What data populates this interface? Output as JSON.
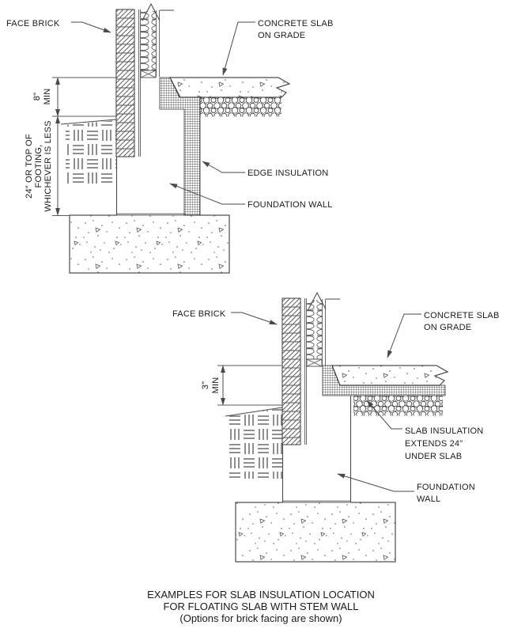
{
  "colors": {
    "line": "#4a4a4a",
    "text": "#1a1a1a",
    "paper": "#ffffff"
  },
  "top_detail": {
    "face_brick": "FACE BRICK",
    "concrete_slab_line1": "CONCRETE SLAB",
    "concrete_slab_line2": "ON GRADE",
    "edge_insulation": "EDGE INSULATION",
    "foundation_wall": "FOUNDATION WALL",
    "dim_height_value": "8\"",
    "dim_height_unit": "MIN",
    "dim_depth_line1": "24\" OR TOP OF",
    "dim_depth_line2": "FOOTING,",
    "dim_depth_line3": "WHICHEVER IS LESS"
  },
  "bottom_detail": {
    "face_brick": "FACE BRICK",
    "concrete_slab_line1": "CONCRETE SLAB",
    "concrete_slab_line2": "ON GRADE",
    "slab_insulation_line1": "SLAB INSULATION",
    "slab_insulation_line2": "EXTENDS 24\"",
    "slab_insulation_line3": "UNDER SLAB",
    "foundation_wall_line1": "FOUNDATION",
    "foundation_wall_line2": "WALL",
    "dim_height_value": "3\"",
    "dim_height_unit": "MIN"
  },
  "caption": {
    "line1": "EXAMPLES FOR SLAB INSULATION LOCATION",
    "line2": "FOR FLOATING SLAB WITH STEM WALL",
    "line3": "(Options for brick facing are shown)"
  }
}
